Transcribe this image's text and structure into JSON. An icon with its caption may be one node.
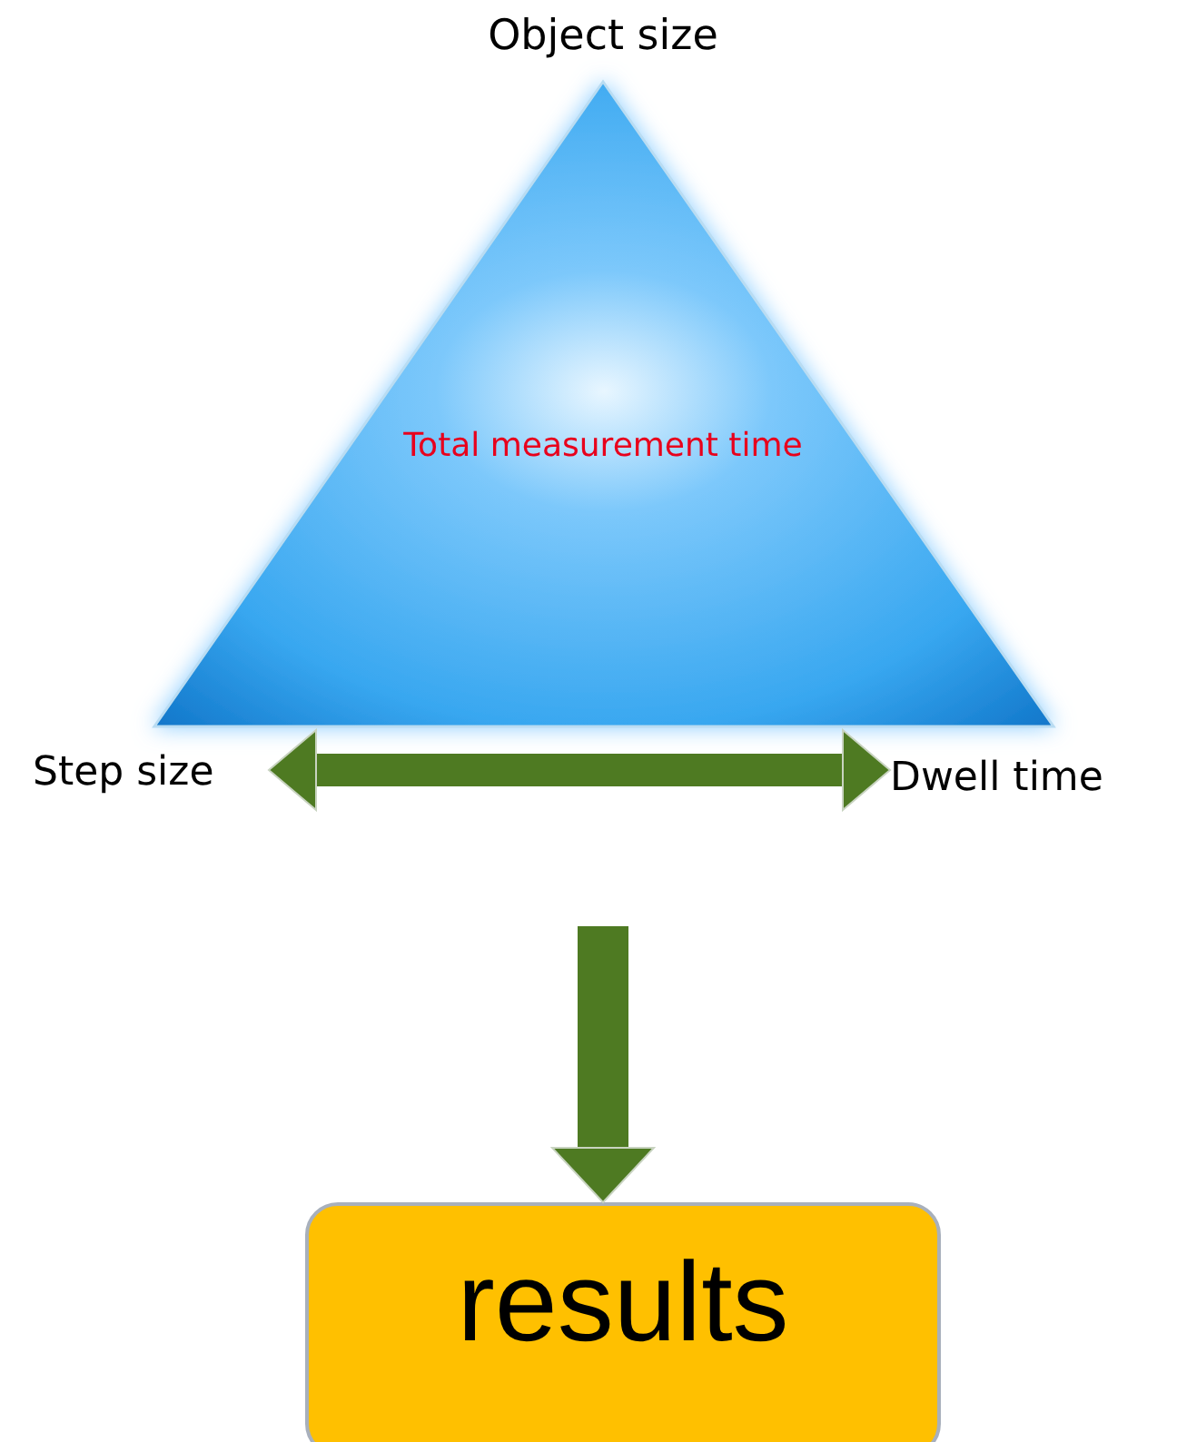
{
  "diagram": {
    "nodes": [
      {
        "text": [
          "Total measurement time"
        ]
      },
      {
        "text": [
          "Step size"
        ]
      },
      {
        "text": [
          "Dwell time"
        ]
      },
      {
        "text": [
          "results"
        ]
      }
    ],
    "edges": [
      {
        "from": 1,
        "to": 2,
        "arrow": "both"
      },
      {
        "from": null,
        "to": 3,
        "arrow": "to"
      }
    ],
    "labels": [
      "Object size"
    ]
  }
}
